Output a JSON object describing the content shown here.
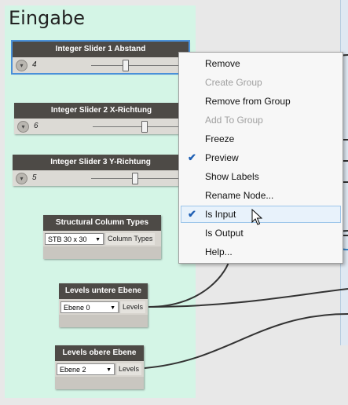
{
  "group": {
    "title": "Eingabe"
  },
  "nodes": {
    "slider1": {
      "title": "Integer Slider 1 Abstand",
      "value": "4"
    },
    "slider2": {
      "title": "Integer Slider 2 X-Richtung",
      "value": "6"
    },
    "slider3": {
      "title": "Integer Slider 3 Y-Richtung",
      "value": "5"
    },
    "structural": {
      "title": "Structural Column Types",
      "selected": "STB 30 x 30",
      "output": "Column Types"
    },
    "levels_lower": {
      "title": "Levels untere Ebene",
      "selected": "Ebene 0",
      "output": "Levels"
    },
    "levels_upper": {
      "title": "Levels obere Ebene",
      "selected": "Ebene 2",
      "output": "Levels"
    }
  },
  "menu": {
    "items": [
      {
        "label": "Remove",
        "enabled": true,
        "checked": false
      },
      {
        "label": "Create Group",
        "enabled": false,
        "checked": false
      },
      {
        "label": "Remove from Group",
        "enabled": true,
        "checked": false
      },
      {
        "label": "Add To Group",
        "enabled": false,
        "checked": false
      },
      {
        "label": "Freeze",
        "enabled": true,
        "checked": false
      },
      {
        "label": "Preview",
        "enabled": true,
        "checked": true
      },
      {
        "label": "Show Labels",
        "enabled": true,
        "checked": false
      },
      {
        "label": "Rename Node...",
        "enabled": true,
        "checked": false
      },
      {
        "label": "Is Input",
        "enabled": true,
        "checked": true,
        "hovered": true
      },
      {
        "label": "Is Output",
        "enabled": true,
        "checked": false
      },
      {
        "label": "Help...",
        "enabled": true,
        "checked": false
      }
    ]
  },
  "icons": {
    "check": "checkmark-icon",
    "collapse": "chevron-down-icon",
    "dropdown": "dropdown-arrow-icon",
    "cursor": "mouse-pointer-icon"
  },
  "colors": {
    "group_bg": "#d4f5e6",
    "node_header": "#4d4a46",
    "selection": "#4a90d9",
    "check": "#1e5fb4"
  }
}
